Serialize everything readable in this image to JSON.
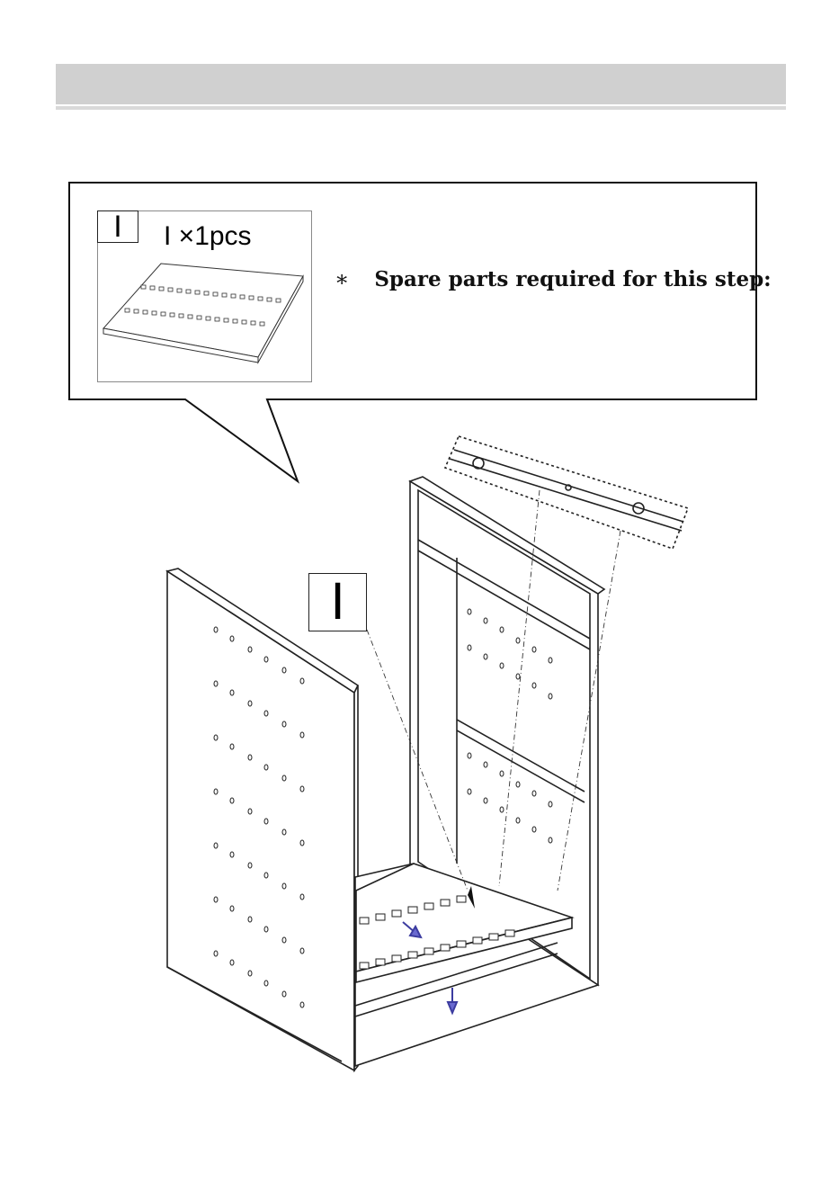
{
  "part": {
    "letter": "I",
    "quantity_label": "I ×1pcs"
  },
  "callout": {
    "asterisk": "∗",
    "text": "Spare parts required for this step:"
  },
  "diagram": {
    "step_label": "I"
  }
}
